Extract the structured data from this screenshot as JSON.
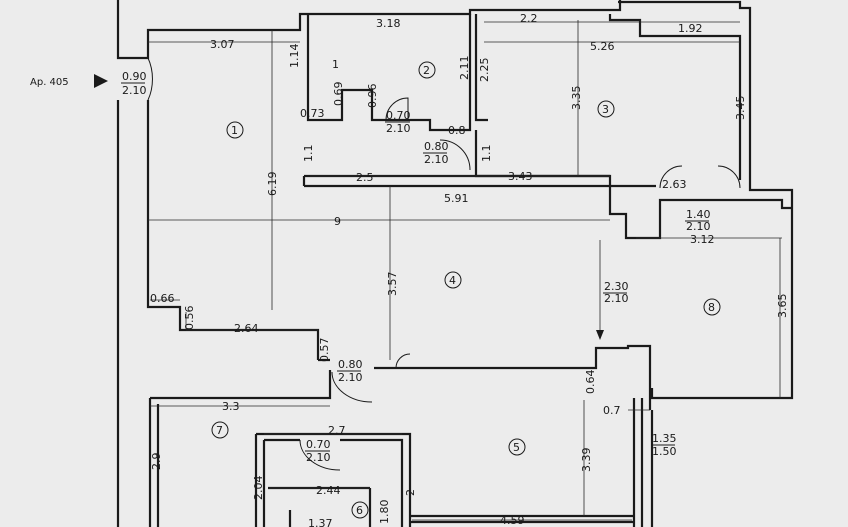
{
  "apartment": {
    "label": "Ap. 405"
  },
  "rooms": [
    {
      "id": "1",
      "label": "1"
    },
    {
      "id": "2",
      "label": "2"
    },
    {
      "id": "3",
      "label": "3"
    },
    {
      "id": "4",
      "label": "4"
    },
    {
      "id": "5",
      "label": "5"
    },
    {
      "id": "6",
      "label": "6"
    },
    {
      "id": "7",
      "label": "7"
    },
    {
      "id": "8",
      "label": "8"
    }
  ],
  "dimensions": {
    "d307": "3.07",
    "d114": "1.14",
    "d318": "3.18",
    "d22": "2.2",
    "d192": "1.92",
    "d526": "5.26",
    "d211": "2.11",
    "d225": "2.25",
    "d335": "3.35",
    "d345": "3.45",
    "d1": "1",
    "d096": "0.96",
    "d069": "0.69",
    "d073": "0.73",
    "d08": "0.8",
    "d11a": "1.1",
    "d11b": "1.1",
    "d619": "6.19",
    "d25": "2.5",
    "d343": "3.43",
    "d263": "2.63",
    "d591": "5.91",
    "d9": "9",
    "d312": "3.12",
    "d357": "3.57",
    "d365": "3.65",
    "d066": "0.66",
    "d056": "0.56",
    "d264": "2.64",
    "d057": "0.57",
    "d33": "3.3",
    "d064": "0.64",
    "d07": "0.7",
    "d27": "2.7",
    "d29": "2.9",
    "d204": "2.04",
    "d244": "2.44",
    "d2": "2",
    "d339": "3.39",
    "d137": "1.37",
    "d180": "1.80",
    "d459": "4.59"
  },
  "doors": {
    "entrance": {
      "w": "0.90",
      "h": "2.10"
    },
    "bath_top": {
      "w": "0.70",
      "h": "2.10"
    },
    "hall_top": {
      "w": "0.80",
      "h": "2.10"
    },
    "room8_top": {
      "w": "1.40",
      "h": "2.10"
    },
    "room8_side": {
      "w": "2.30",
      "h": "2.10"
    },
    "room7": {
      "w": "0.80",
      "h": "2.10"
    },
    "bath_bottom": {
      "w": "0.70",
      "h": "2.10"
    },
    "window5": {
      "w": "1.35",
      "h": "1.50"
    }
  }
}
